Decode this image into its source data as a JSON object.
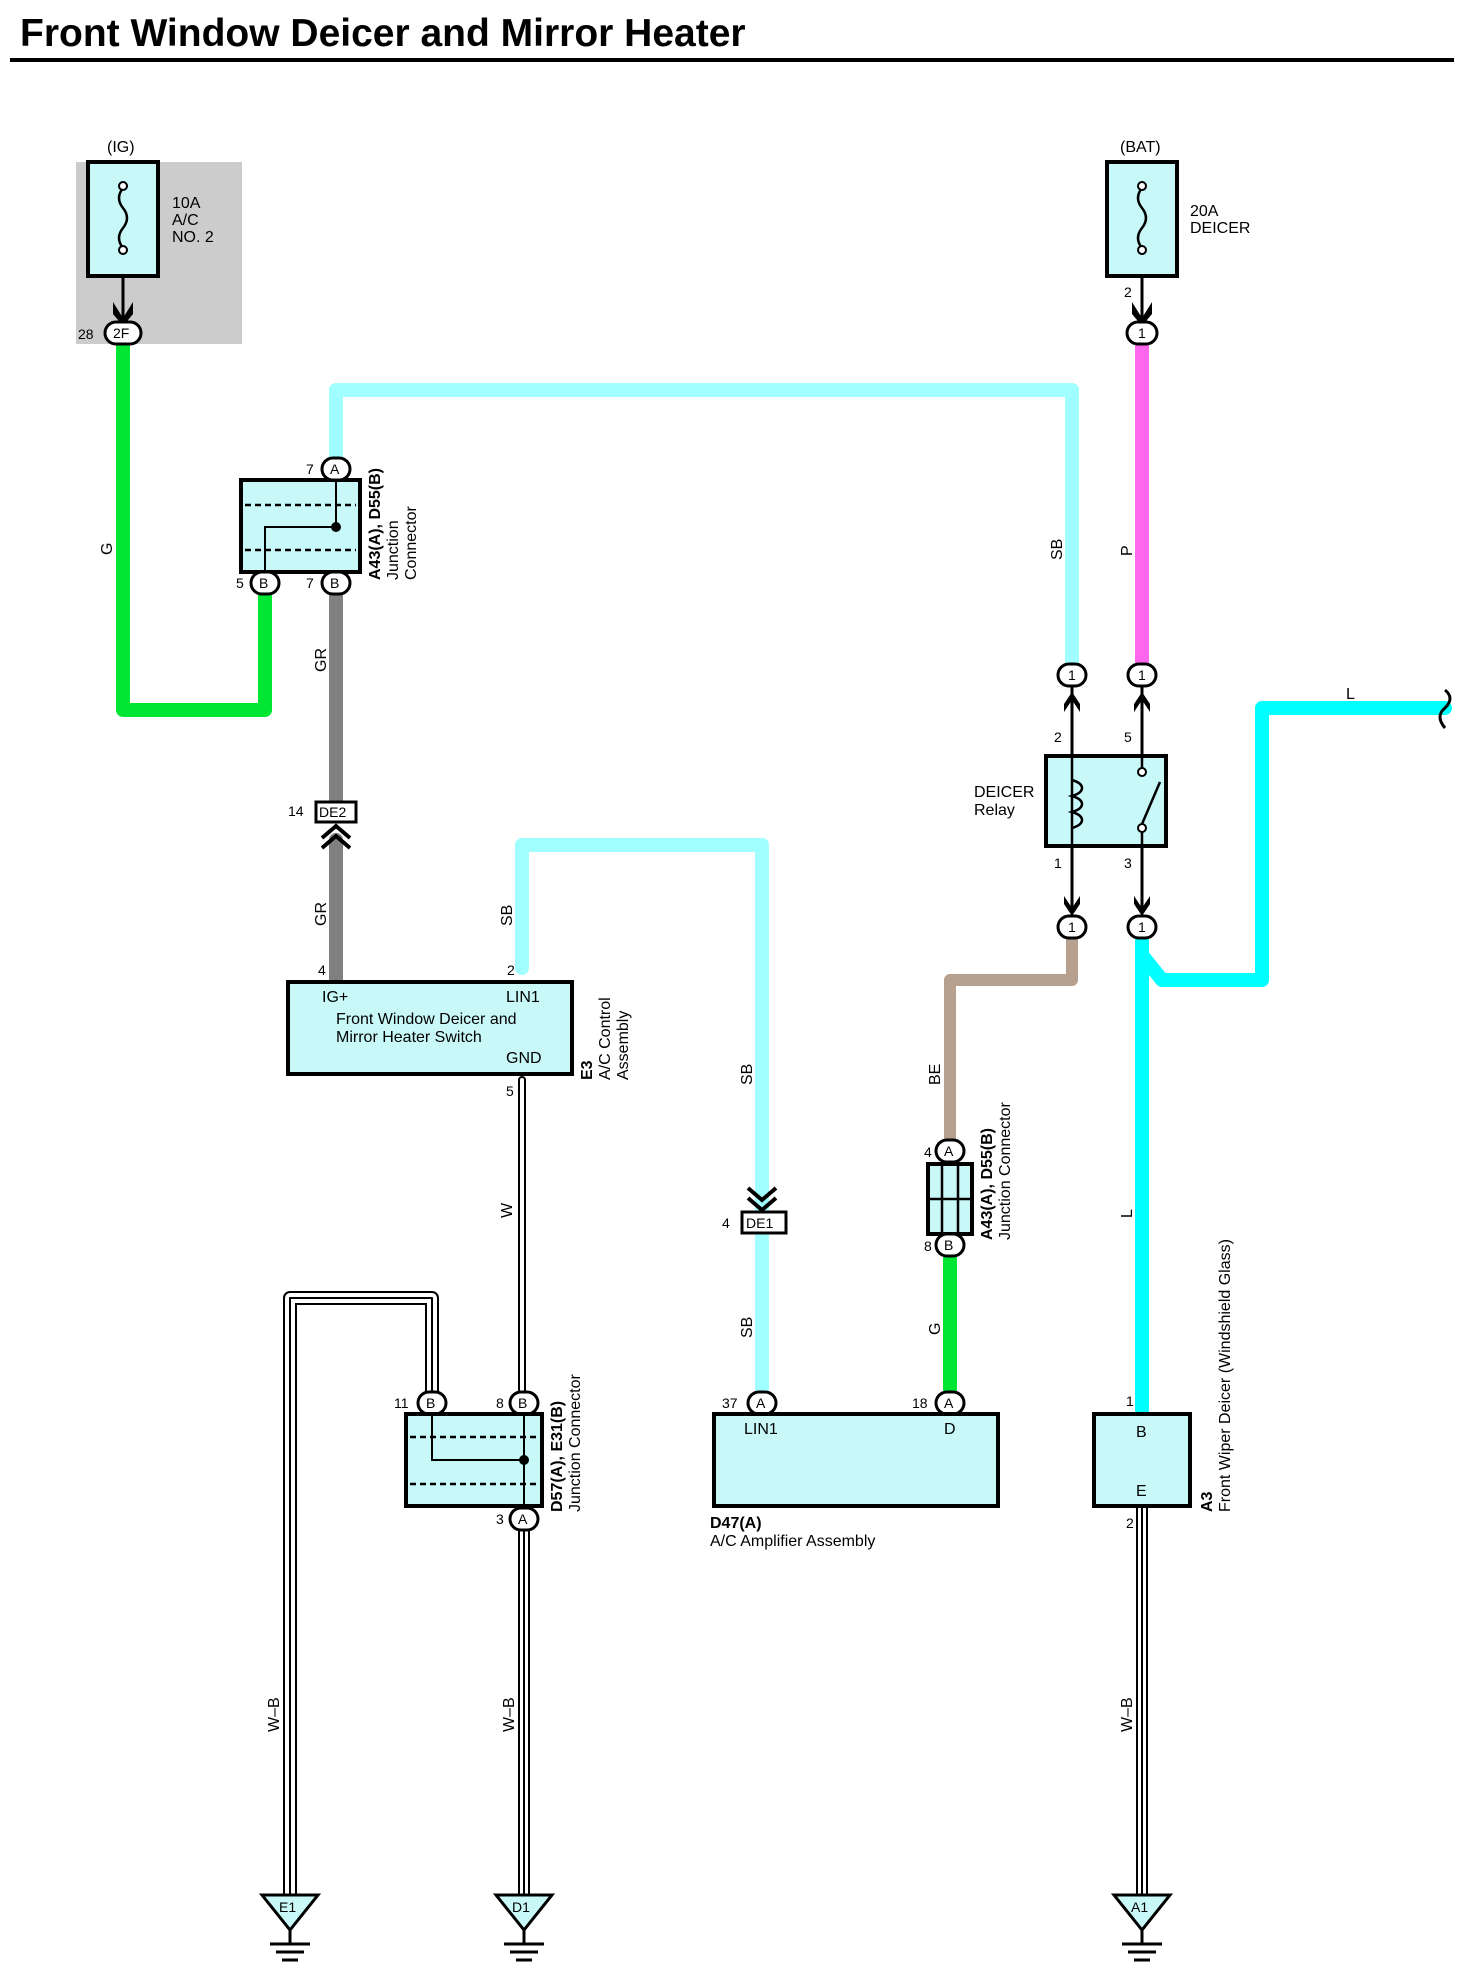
{
  "title": "Front Window Deicer and Mirror Heater",
  "colors": {
    "G": "#00e633",
    "GR": "#808080",
    "SB": "#a0ffff",
    "P": "#ff66ee",
    "L": "#00ffff",
    "BE": "#b8a08e",
    "component_fill": "#c8f8f8",
    "fuse_shade": "#cccccc"
  },
  "fuses": {
    "ig": {
      "source": "(IG)",
      "rating": "10A",
      "name1": "A/C",
      "name2": "NO. 2",
      "pin": "28",
      "terminal": "2F"
    },
    "bat": {
      "source": "(BAT)",
      "rating": "20A",
      "name": "DEICER",
      "pin": "2",
      "terminal": "1"
    }
  },
  "wires": {
    "g_top": "G",
    "gr_upper": "GR",
    "gr_lower": "GR",
    "sb_top": "SB",
    "p": "P",
    "sb_switch": "SB",
    "sb_mid": "SB",
    "sb_low": "SB",
    "be": "BE",
    "g_low": "G",
    "l_top": "L",
    "l_main": "L",
    "w": "W",
    "wb_left": "W–B",
    "wb_mid": "W–B",
    "wb_right": "W–B"
  },
  "junction_top": {
    "line1": "A43(A), D55(B)",
    "line2": "Junction",
    "line3": "Connector",
    "pin_a": "7",
    "term_a": "A",
    "pin_b1": "5",
    "term_b1": "B",
    "pin_b2": "7",
    "term_b2": "B"
  },
  "junction_mid": {
    "line1": "A43(A), D55(B)",
    "line2": "Junction Connector",
    "pin_a": "4",
    "term_a": "A",
    "pin_b": "8",
    "term_b": "B"
  },
  "junction_low": {
    "line1": "D57(A), E31(B)",
    "line2": "Junction Connector",
    "pin_b1": "11",
    "term_b1": "B",
    "pin_b2": "8",
    "term_b2": "B",
    "pin_a": "3",
    "term_a": "A"
  },
  "inline_connectors": {
    "de2": {
      "pin": "14",
      "name": "DE2"
    },
    "de1": {
      "pin": "4",
      "name": "DE1"
    }
  },
  "relay": {
    "line1": "DEICER",
    "line2": "Relay",
    "pin_top_left": "2",
    "pin_top_right": "5",
    "pin_bot_left": "1",
    "pin_bot_right": "3",
    "term_tl": "1",
    "term_tr": "1",
    "term_bl": "1",
    "term_br": "1"
  },
  "switch": {
    "ig_label": "IG+",
    "lin_label": "LIN1",
    "gnd_label": "GND",
    "text1": "Front Window Deicer and",
    "text2": "Mirror Heater Switch",
    "pin_ig": "4",
    "pin_lin": "2",
    "pin_gnd": "5",
    "code": "E3",
    "side1": "A/C Control",
    "side2": "Assembly"
  },
  "amplifier": {
    "lin_label": "LIN1",
    "d_label": "D",
    "pin_lin": "37",
    "term_lin": "A",
    "pin_d": "18",
    "term_d": "A",
    "code": "D47(A)",
    "name": "A/C Amplifier Assembly"
  },
  "deicer": {
    "b_label": "B",
    "e_label": "E",
    "pin_b": "1",
    "pin_e": "2",
    "code": "A3",
    "name": "Front Wiper Deicer (Windshield Glass)"
  },
  "grounds": {
    "e1": "E1",
    "d1": "D1",
    "a1": "A1"
  }
}
